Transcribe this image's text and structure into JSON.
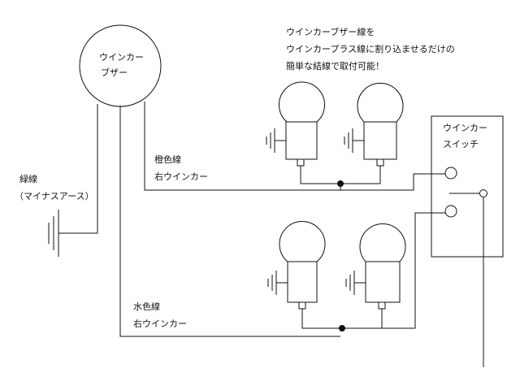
{
  "buzzer": {
    "line1": "ウインカー",
    "line2": "ブザー"
  },
  "note": {
    "line1": "ウインカーブザー線を",
    "line2": "ウインカープラス線に割り込ませるだけの",
    "line3": "簡単な結線で取付可能！"
  },
  "switch": {
    "line1": "ウインカー",
    "line2": "スイッチ"
  },
  "green_wire": {
    "line1": "緑線",
    "line2": "（マイナスアース）"
  },
  "orange_wire": {
    "line1": "橙色線",
    "line2": "右ウインカー"
  },
  "blue_wire": {
    "line1": "水色線",
    "line2": "右ウインカー"
  }
}
